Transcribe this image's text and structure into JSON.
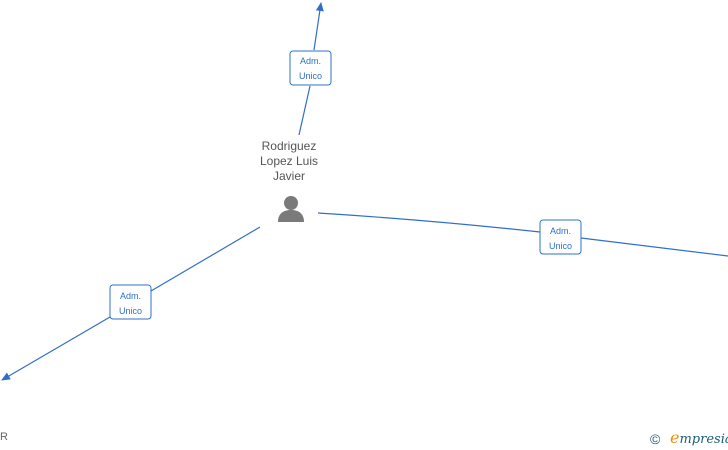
{
  "diagram": {
    "center_person": {
      "name_lines": [
        "Rodriguez",
        "Lopez Luis",
        "Javier"
      ],
      "icon": "person-icon"
    },
    "edges": [
      {
        "label_lines": [
          "Adm.",
          "Unico"
        ],
        "direction": "top"
      },
      {
        "label_lines": [
          "Adm.",
          "Unico"
        ],
        "direction": "right"
      },
      {
        "label_lines": [
          "Adm.",
          "Unico"
        ],
        "direction": "bottom-left"
      }
    ],
    "corner_fragment": "R"
  },
  "branding": {
    "copyright_symbol": "©",
    "brand_initial": "e",
    "brand_rest": "mpresia"
  },
  "colors": {
    "edge": "#2f6fc8",
    "label_border": "#2f6fc8",
    "label_text": "#2f6fc8",
    "person_icon": "#7a7a7a",
    "brand_accent": "#f29100",
    "brand_text": "#1a5e7a"
  }
}
